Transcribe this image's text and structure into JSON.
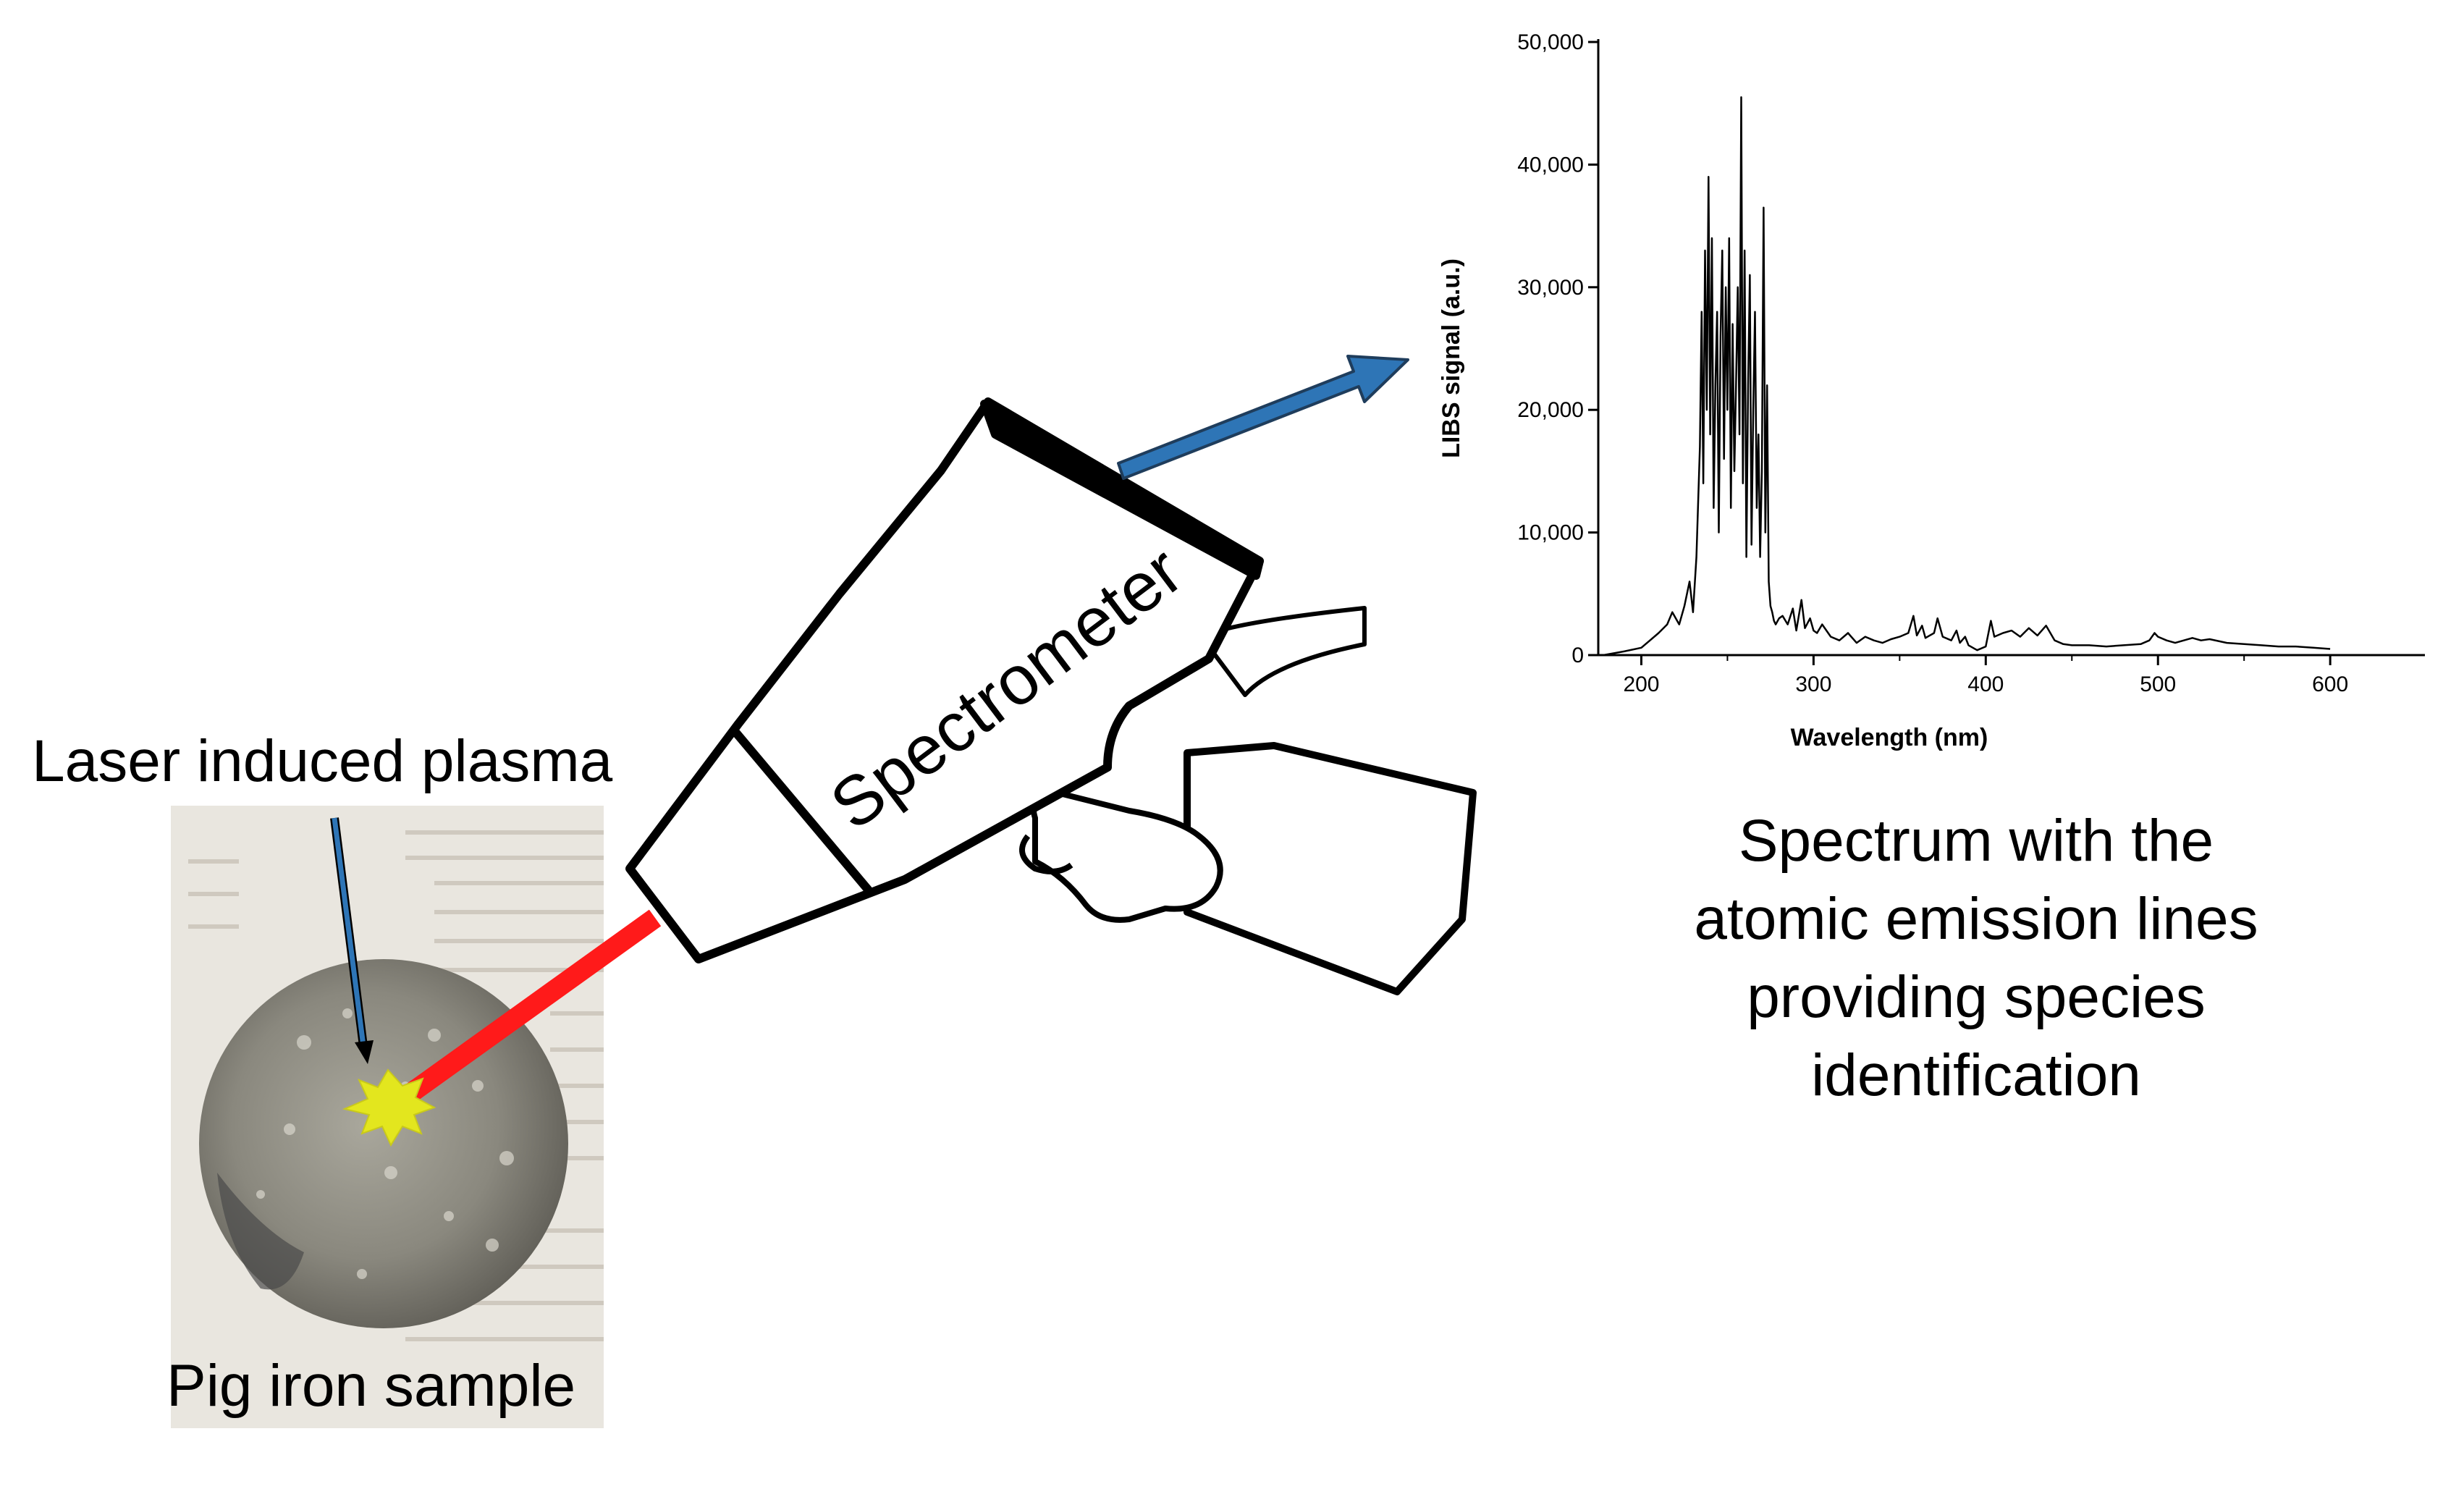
{
  "labels": {
    "laser_plasma": "Laser induced plasma",
    "sample": "Pig iron sample",
    "device": "Spectrometer",
    "spectrum_caption": "Spectrum with the atomic emission lines providing species identification"
  },
  "colors": {
    "laser_beam": "#ff1a1a",
    "plasma_spark": "#e3e61e",
    "arrow": "#2e75b6",
    "outline": "#000000"
  },
  "chart_data": {
    "type": "line",
    "title": "",
    "xlabel": "Wavelength (nm)",
    "ylabel": "LIBS signal (a.u.)",
    "xlim": [
      175,
      655
    ],
    "ylim": [
      0,
      50000
    ],
    "xticks": [
      200,
      300,
      400,
      500,
      600
    ],
    "xtick_labels": [
      "200",
      "300",
      "400",
      "500",
      "600"
    ],
    "yticks": [
      0,
      10000,
      20000,
      30000,
      40000,
      50000
    ],
    "ytick_labels": [
      "0",
      "10,000",
      "20,000",
      "30,000",
      "40,000",
      "50,000"
    ],
    "grid": false,
    "series": [
      {
        "x": [
          178,
          190,
          200,
          205,
          210,
          215,
          218,
          222,
          225,
          228,
          230,
          232,
          234,
          235,
          236,
          237,
          238,
          239,
          240,
          241,
          242,
          243,
          244,
          245,
          246,
          247,
          248,
          249,
          250,
          251,
          252,
          253,
          254,
          255,
          256,
          257,
          258,
          259,
          260,
          261,
          262,
          263,
          264,
          265,
          266,
          267,
          268,
          269,
          270,
          271,
          272,
          273,
          274,
          275,
          276,
          277,
          278,
          280,
          282,
          285,
          288,
          290,
          293,
          295,
          298,
          300,
          302,
          305,
          310,
          315,
          320,
          325,
          330,
          335,
          340,
          345,
          350,
          355,
          358,
          360,
          363,
          365,
          370,
          372,
          375,
          380,
          383,
          385,
          388,
          390,
          395,
          400,
          403,
          405,
          410,
          415,
          420,
          425,
          430,
          435,
          440,
          445,
          450,
          460,
          470,
          480,
          490,
          495,
          498,
          500,
          505,
          510,
          520,
          525,
          530,
          540,
          550,
          560,
          570,
          580,
          590,
          600
        ],
        "y": [
          0,
          300,
          600,
          1200,
          1800,
          2500,
          3500,
          2500,
          4000,
          6000,
          3500,
          8000,
          17000,
          28000,
          14000,
          33000,
          20000,
          39000,
          18000,
          34000,
          12000,
          22000,
          28000,
          10000,
          26000,
          33000,
          16000,
          30000,
          20000,
          34000,
          12000,
          27000,
          15000,
          22000,
          30000,
          18000,
          45500,
          14000,
          33000,
          8000,
          22000,
          31000,
          9000,
          20000,
          28000,
          12000,
          18000,
          8000,
          15000,
          36500,
          10000,
          22000,
          6000,
          4000,
          3500,
          2800,
          2500,
          3000,
          3200,
          2500,
          3800,
          2000,
          4500,
          2200,
          3000,
          2000,
          1800,
          2500,
          1500,
          1200,
          1800,
          1000,
          1500,
          1200,
          1000,
          1300,
          1500,
          1800,
          3200,
          1600,
          2400,
          1400,
          1800,
          3000,
          1500,
          1200,
          2000,
          1000,
          1500,
          800,
          400,
          700,
          2800,
          1500,
          1800,
          2000,
          1500,
          2200,
          1600,
          2400,
          1200,
          900,
          800,
          800,
          700,
          800,
          900,
          1200,
          1800,
          1500,
          1200,
          1000,
          1400,
          1200,
          1300,
          1000,
          900,
          800,
          700,
          700,
          600,
          500
        ]
      }
    ]
  }
}
